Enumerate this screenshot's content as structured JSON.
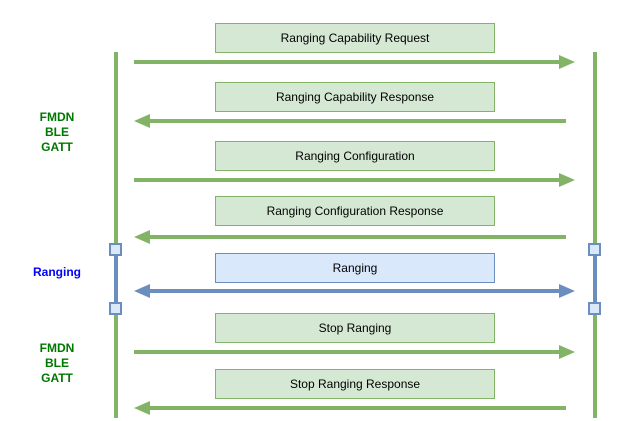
{
  "diagram": {
    "type": "sequence-diagram",
    "background": "#ffffff"
  },
  "colors": {
    "green_stroke": "#82b366",
    "green_fill": "#d5e8d4",
    "blue_stroke": "#6c8ebf",
    "blue_fill": "#dae8fc",
    "endpoint_fill": "#dae8fc",
    "label_green": "#007700",
    "label_blue": "#0000ff",
    "message_text": "#000000"
  },
  "lifelines": {
    "left": {
      "name": "left-lifeline",
      "color": "#82b366"
    },
    "right": {
      "name": "right-lifeline",
      "color": "#82b366"
    }
  },
  "section_labels": [
    {
      "text": "FMDN\nBLE\nGATT",
      "color": "#007700"
    },
    {
      "text": "Ranging",
      "color": "#0000ff"
    },
    {
      "text": "FMDN\nBLE\nGATT",
      "color": "#007700"
    }
  ],
  "messages": [
    {
      "label": "Ranging Capability Request",
      "direction": "right",
      "style": "green"
    },
    {
      "label": "Ranging Capability Response",
      "direction": "left",
      "style": "green"
    },
    {
      "label": "Ranging Configuration",
      "direction": "right",
      "style": "green"
    },
    {
      "label": "Ranging Configuration Response",
      "direction": "left",
      "style": "green"
    },
    {
      "label": "Ranging",
      "direction": "both",
      "style": "blue"
    },
    {
      "label": "Stop Ranging",
      "direction": "right",
      "style": "green"
    },
    {
      "label": "Stop Ranging Response",
      "direction": "left",
      "style": "green"
    }
  ]
}
